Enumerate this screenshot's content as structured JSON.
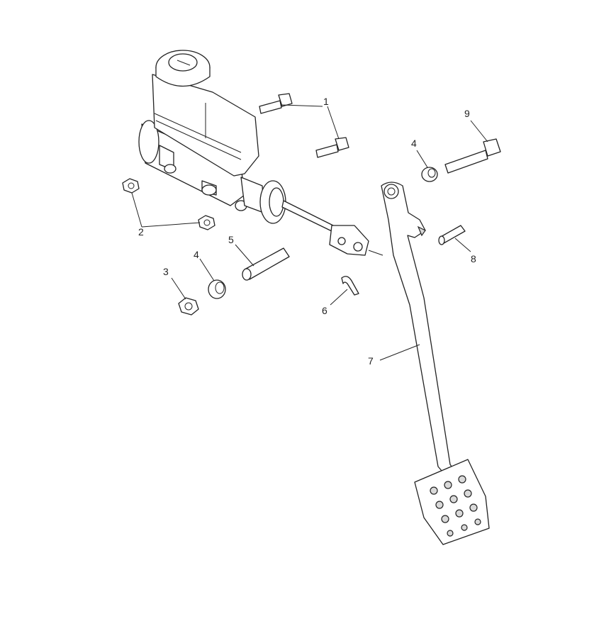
{
  "callouts": [
    {
      "id": "c1",
      "text": "1"
    },
    {
      "id": "c2",
      "text": "2"
    },
    {
      "id": "c3",
      "text": "3"
    },
    {
      "id": "c4a",
      "text": "4"
    },
    {
      "id": "c4b",
      "text": "4"
    },
    {
      "id": "c5",
      "text": "5"
    },
    {
      "id": "c6",
      "text": "6"
    },
    {
      "id": "c7",
      "text": "7"
    },
    {
      "id": "c8",
      "text": "8"
    },
    {
      "id": "c9",
      "text": "9"
    }
  ]
}
